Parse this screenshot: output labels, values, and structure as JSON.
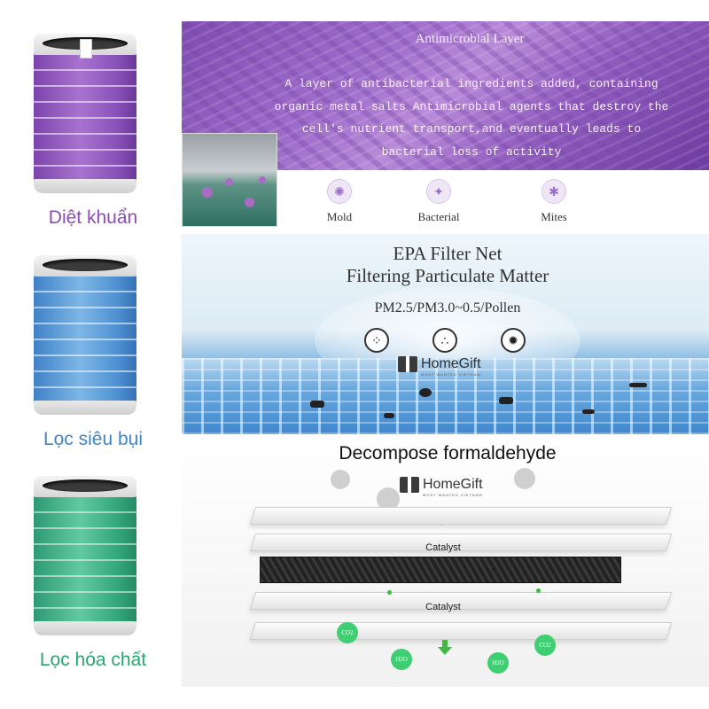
{
  "filters": [
    {
      "name": "Diệt khuẩn",
      "color": "#9c5fc4",
      "label_color": "#8c4bb8"
    },
    {
      "name": "Lọc siêu bụi",
      "color": "#5f9fd8",
      "label_color": "#3f86c8"
    },
    {
      "name": "Lọc hóa chất",
      "color": "#3fb08a",
      "label_color": "#2aa56f"
    }
  ],
  "antimicrobial": {
    "title": "Antimicrobial Layer",
    "description_lines": [
      "A layer of antibacterial ingredients added, containing",
      "organic metal salts Antimicrobial agents that destroy the",
      "cell's nutrient transport,and eventually leads to",
      "bacterial loss of activity"
    ],
    "icons": [
      {
        "label": "Mold",
        "icon": "mold-icon",
        "glyph": "✺"
      },
      {
        "label": "Bacterial",
        "icon": "bacteria-icon",
        "glyph": "✦"
      },
      {
        "label": "Mites",
        "icon": "mite-icon",
        "glyph": "✱"
      }
    ]
  },
  "epa": {
    "title_line1": "EPA Filter Net",
    "title_line2": "Filtering Particulate Matter",
    "subtitle": "PM2.5/PM3.0~0.5/Pollen",
    "icons": [
      {
        "icon": "particle-cluster-icon",
        "glyph": "⁘"
      },
      {
        "icon": "dust-dots-icon",
        "glyph": "∴"
      },
      {
        "icon": "pollen-icon",
        "glyph": "✹"
      }
    ]
  },
  "watermark": {
    "brand": "HomeGift",
    "tagline": "MOST WANTED VIETNAM"
  },
  "formaldehyde": {
    "title": "Decompose formaldehyde",
    "catalyst_label": "Catalyst",
    "molecules": [
      "H2O",
      "H2O",
      "CO2",
      "CO2"
    ]
  }
}
